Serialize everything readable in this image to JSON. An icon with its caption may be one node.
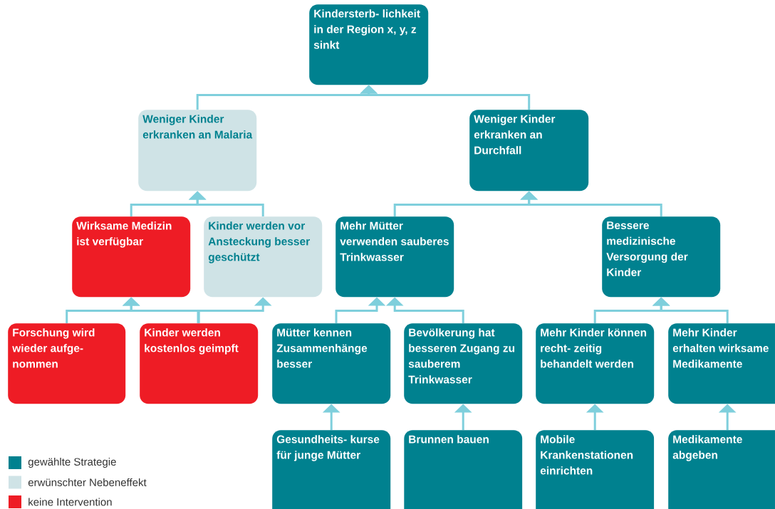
{
  "diagram": {
    "nodes": [
      {
        "text": [
          "Kindersterb- lichkeit in der Region x, y, z sinkt"
        ]
      },
      {
        "text": [
          "Weniger Kinder erkranken an Malaria"
        ]
      },
      {
        "text": [
          "Weniger Kinder erkranken an Durchfall"
        ]
      },
      {
        "text": [
          "Wirksame Medizin ist verfügbar"
        ]
      },
      {
        "text": [
          "Kinder werden vor Ansteckung besser geschützt"
        ]
      },
      {
        "text": [
          "Mehr Mütter verwenden sauberes Trinkwasser"
        ]
      },
      {
        "text": [
          "Bessere medizinische Versorgung der Kinder"
        ]
      },
      {
        "text": [
          "Forschung wird wieder aufge- nommen"
        ]
      },
      {
        "text": [
          "Kinder werden kostenlos geimpft"
        ]
      },
      {
        "text": [
          "Mütter kennen Zusammenhänge besser"
        ]
      },
      {
        "text": [
          "Bevölkerung hat besseren Zugang zu sauberem Trinkwasser"
        ]
      },
      {
        "text": [
          "Mehr Kinder können recht- zeitig behandelt werden"
        ]
      },
      {
        "text": [
          "Mehr Kinder erhalten wirksame Medikamente"
        ]
      },
      {
        "text": [
          "Gesundheits- kurse für junge Mütter"
        ]
      },
      {
        "text": [
          "Brunnen bauen"
        ]
      },
      {
        "text": [
          "Mobile Krankenstationen einrichten"
        ]
      },
      {
        "text": [
          "Medikamente abgeben"
        ]
      }
    ],
    "edges": [
      {
        "from": 1,
        "to": 0,
        "arrow": "to"
      },
      {
        "from": 2,
        "to": 0,
        "arrow": "to"
      },
      {
        "from": 3,
        "to": 1,
        "arrow": "to"
      },
      {
        "from": 4,
        "to": 1,
        "arrow": "to"
      },
      {
        "from": 5,
        "to": 2,
        "arrow": "to"
      },
      {
        "from": 6,
        "to": 2,
        "arrow": "to"
      },
      {
        "from": 7,
        "to": 3,
        "arrow": "to"
      },
      {
        "from": 8,
        "to": 3,
        "arrow": "to"
      },
      {
        "from": 8,
        "to": 4,
        "arrow": "to"
      },
      {
        "from": 9,
        "to": 5,
        "arrow": "to"
      },
      {
        "from": 10,
        "to": 5,
        "arrow": "to"
      },
      {
        "from": 11,
        "to": 6,
        "arrow": "to"
      },
      {
        "from": 12,
        "to": 6,
        "arrow": "to"
      },
      {
        "from": 13,
        "to": 9,
        "arrow": "to"
      },
      {
        "from": 14,
        "to": 10,
        "arrow": "to"
      },
      {
        "from": 15,
        "to": 11,
        "arrow": "to"
      },
      {
        "from": 16,
        "to": 12,
        "arrow": "to"
      }
    ],
    "legend": [
      {
        "text": "gewählte Strategie",
        "color": "#00818f"
      },
      {
        "text": "erwünschter Nebeneffekt",
        "color": "#cfe3e6"
      },
      {
        "text": "keine Intervention",
        "color": "#ee1c25"
      }
    ]
  }
}
